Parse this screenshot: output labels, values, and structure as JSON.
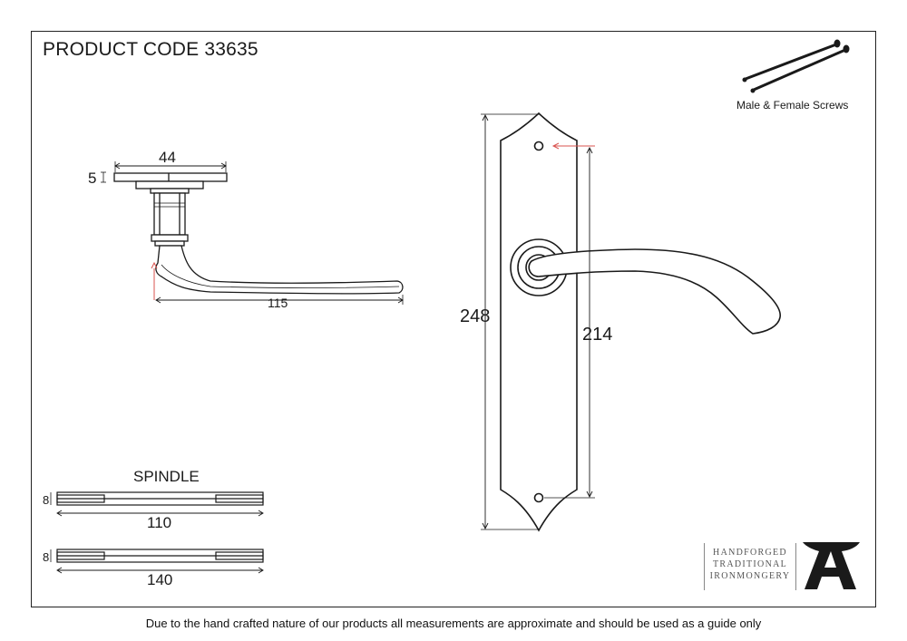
{
  "header": {
    "product_code": "PRODUCT CODE 33635"
  },
  "screws": {
    "label": "Male & Female Screws"
  },
  "side_view": {
    "width_dim": "44",
    "rose_thickness_dim": "5",
    "lever_length_dim": "115"
  },
  "front_view": {
    "plate_height_dim": "248",
    "screw_centres_dim": "214"
  },
  "spindle": {
    "title": "SPINDLE",
    "items": [
      {
        "size": "8",
        "length": "110"
      },
      {
        "size": "8",
        "length": "140"
      }
    ]
  },
  "brand": {
    "lines": [
      "HANDFORGED",
      "TRADITIONAL",
      "IRONMONGERY"
    ],
    "logo": "anvil-a-icon"
  },
  "footer": {
    "disclaimer": "Due to the hand crafted nature of our products all measurements are approximate and should be used as a guide only"
  },
  "colors": {
    "line": "#1a1a1a",
    "dimension_accent": "#d9534f"
  }
}
